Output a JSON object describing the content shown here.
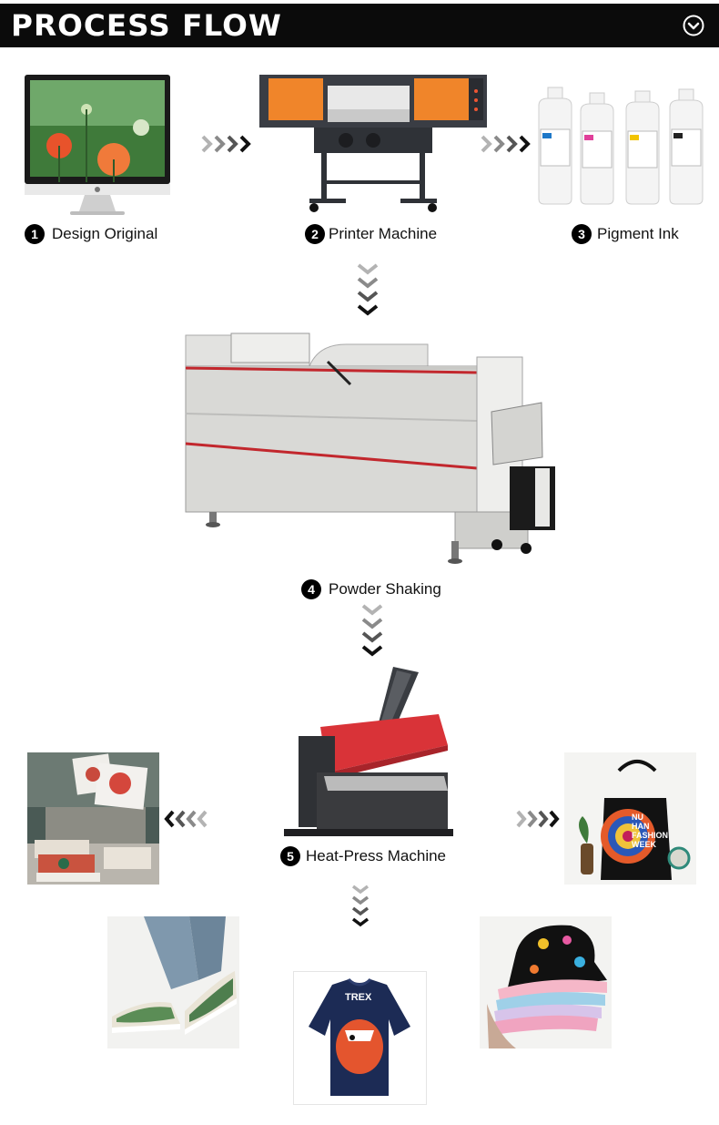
{
  "header": {
    "title": "PROCESS FLOW"
  },
  "steps": [
    {
      "num": "1",
      "label": "Design Original"
    },
    {
      "num": "2",
      "label": "Printer Machine"
    },
    {
      "num": "3",
      "label": "Pigment Ink"
    },
    {
      "num": "4",
      "label": "Powder Shaking"
    },
    {
      "num": "5",
      "label": "Heat-Press Machine"
    }
  ],
  "products": {
    "bag_text": [
      "NU",
      "HAN",
      "FASHION",
      "WEEK"
    ],
    "tshirt_text": "TREX"
  },
  "colors": {
    "banner": "#0b0b0b",
    "printer_orange": "#f0852a",
    "press_red": "#d93338",
    "machine_grey": "#d9d9d6"
  }
}
